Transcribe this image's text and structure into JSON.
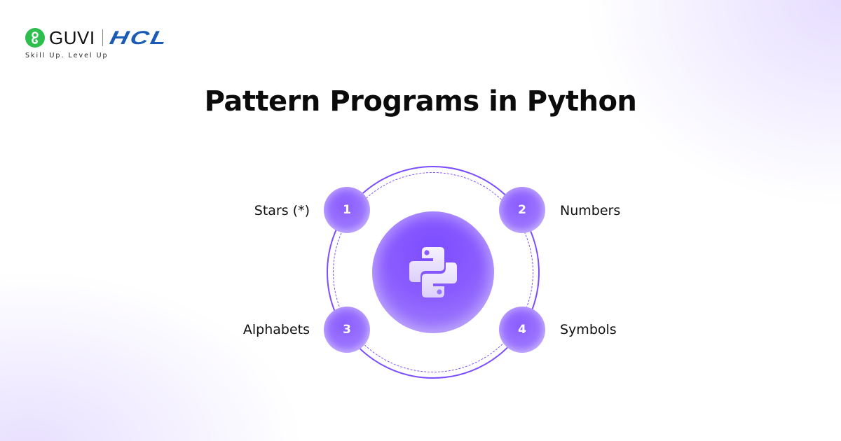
{
  "brand": {
    "guvi_name": "GUVI",
    "partner_name": "HCL",
    "tagline": "Skill Up. Level Up",
    "guvi_color": "#2dbe4e",
    "hcl_color": "#1a5bb5"
  },
  "title": "Pattern Programs in Python",
  "diagram": {
    "center_icon": "python-logo-icon",
    "accent_color": "#7b4dff",
    "items": [
      {
        "number": "1",
        "label": "Stars (*)"
      },
      {
        "number": "2",
        "label": "Numbers"
      },
      {
        "number": "3",
        "label": "Alphabets"
      },
      {
        "number": "4",
        "label": "Symbols"
      }
    ]
  }
}
